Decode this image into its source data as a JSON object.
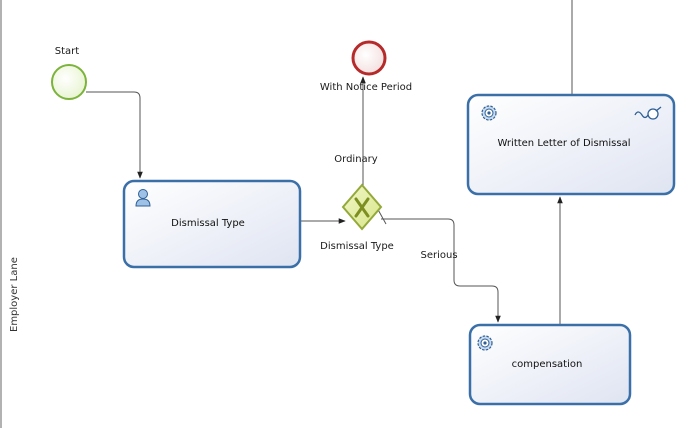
{
  "lane": {
    "label": "Employer Lane"
  },
  "events": {
    "start": {
      "label": "Start"
    },
    "end_notice": {
      "label": "With Notice Period"
    }
  },
  "tasks": {
    "dismissal_type": {
      "label": "Dismissal Type",
      "kind": "user-task",
      "icon": "user-icon"
    },
    "written_letter": {
      "label": "Written Letter of Dismissal",
      "kind": "service-task",
      "icon": "gear-icon",
      "extra_icon": "plug-connector-icon"
    },
    "compensation": {
      "label": "compensation",
      "kind": "service-task",
      "icon": "gear-icon"
    }
  },
  "gateway": {
    "label": "Dismissal Type",
    "kind": "exclusive-gateway"
  },
  "flows": {
    "ordinary": {
      "label": "Ordinary"
    },
    "serious": {
      "label": "Serious"
    }
  },
  "colors": {
    "task_border": "#3a6fa8",
    "task_fill_top": "#ffffff",
    "task_fill_bottom": "#dde3f0",
    "start_stroke": "#7bb33b",
    "start_fill": "#eef7dd",
    "end_stroke": "#b52a2a",
    "end_fill": "#f6e3e3",
    "gateway_stroke": "#93a93a",
    "gateway_fill": "#e3ee9e",
    "flow_line": "#555555"
  }
}
